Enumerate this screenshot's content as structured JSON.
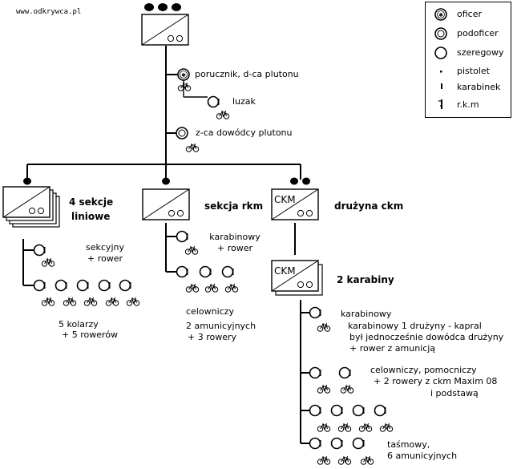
{
  "site": "www.odkrywca.pl",
  "legend": {
    "officer": "oficer",
    "nco": "podoficer",
    "private": "szeregowy",
    "pistol": "pistolet",
    "carbine": "karabinek",
    "lmg": "r.k.m"
  },
  "hq": {
    "lieutenant": "porucznik, d-ca plutonu",
    "groom": "luzak",
    "deputy": "z-ca dowódcy plutonu"
  },
  "sections": {
    "line_title_1": "4 sekcje",
    "line_title_2": "liniowe",
    "line_leader": [
      "sekcyjny",
      "+ rower"
    ],
    "line_cyclists": [
      "5 kolarzy",
      "+ 5 rowerów"
    ],
    "rkm_title": "sekcja rkm",
    "rkm_rifleman": [
      "karabinowy",
      "+ rower"
    ],
    "rkm_crew": [
      "celowniczy",
      "2 amunicyjnych",
      "+ 3 rowery"
    ],
    "ckm_title": "drużyna ckm",
    "ckm_box_label": "CKM"
  },
  "ckm_sub": {
    "title": "2 karabiny",
    "box_label": "CKM",
    "rifleman": [
      "karabinowy",
      "karabinowy 1 drużyny - kapral",
      "był jednocześnie dowódca drużyny",
      "+ rower z amunicją"
    ],
    "gunners": [
      "celowniczy, pomocniczy",
      "+ 2 rowery z ckm Maxim 08",
      "i podstawą"
    ],
    "belt": [
      "taśmowy,",
      "6 amunicyjnych"
    ]
  }
}
